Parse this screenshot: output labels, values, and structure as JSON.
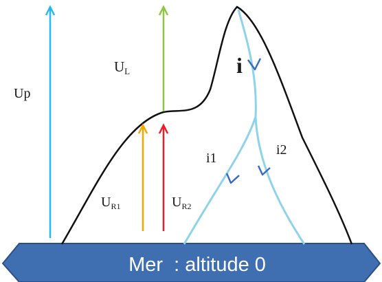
{
  "labels": {
    "up": "Up",
    "ul_main": "U",
    "ul_sub": "L",
    "ur1_main": "U",
    "ur1_sub": "R1",
    "ur2_main": "U",
    "ur2_sub": "R2",
    "i": "i",
    "i1": "i1",
    "i2": "i2"
  },
  "sea": {
    "label": "Mer  : altitude 0"
  },
  "colors": {
    "up_arrow": "#29b8ee",
    "ul_arrow": "#8dc63f",
    "ur1_arrow": "#f7a600",
    "ur2_arrow": "#ee1c25",
    "mountain_outline": "#111111",
    "river": "#8fd3ea",
    "flow_arrowhead": "#3a6bc4",
    "sea_fill": "#3f6fb0",
    "sea_stroke": "#2b4f86"
  }
}
